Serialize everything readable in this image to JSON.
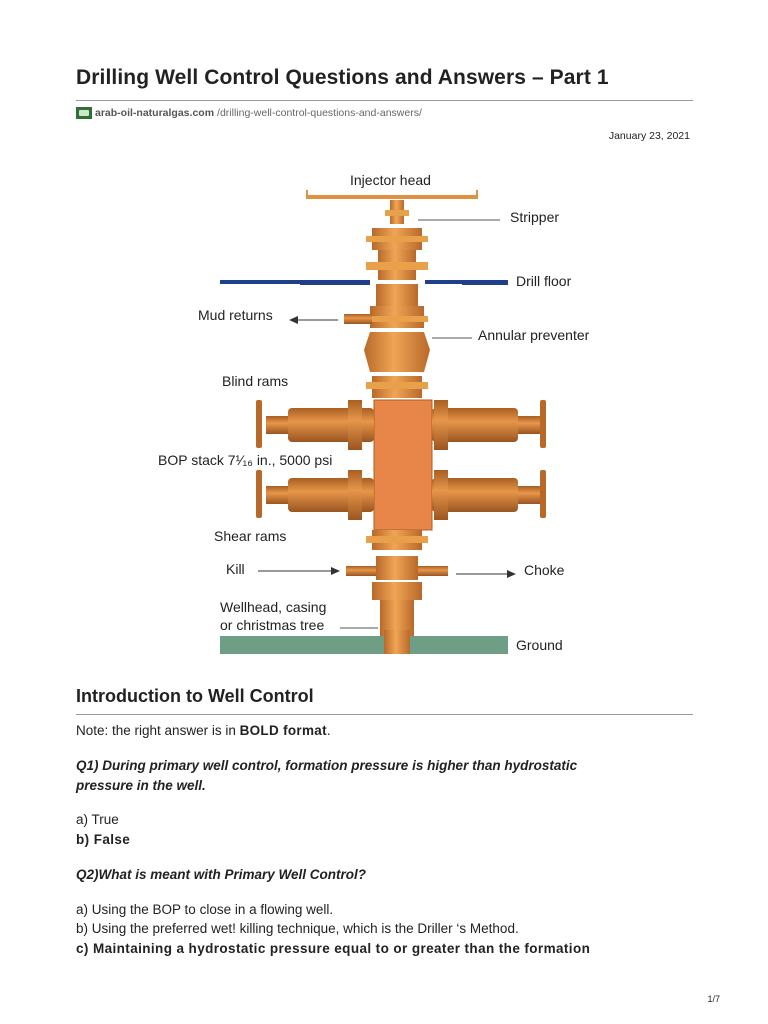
{
  "title": "Drilling Well Control Questions and Answers – Part 1",
  "source": {
    "domain": "arab-oil-naturalgas.com",
    "path": "/drilling-well-control-questions-and-answers/"
  },
  "date": "January 23, 2021",
  "figure_labels": {
    "injector_head": "Injector head",
    "stripper": "Stripper",
    "drill_floor": "Drill floor",
    "mud_returns": "Mud returns",
    "annular_preventer": "Annular preventer",
    "blind_rams": "Blind rams",
    "bop_stack": "BOP stack 7¹⁄₁₆ in., 5000 psi",
    "shear_rams": "Shear rams",
    "kill": "Kill",
    "choke": "Choke",
    "wellhead_line1": "Wellhead, casing",
    "wellhead_line2": "or christmas tree",
    "ground": "Ground"
  },
  "section_title": "Introduction to Well Control",
  "note": {
    "prefix": "Note: the right answer is in ",
    "bold": "BOLD format",
    "suffix": "."
  },
  "q1": {
    "question_line1": "Q1) During primary well control, formation pressure is higher than hydrostatic",
    "question_line2": "pressure in the well.",
    "a": "a) True",
    "b": "b) False"
  },
  "q2": {
    "question": "Q2)What is meant with Primary Well Control?",
    "a": "a) Using the BOP to close in a flowing well.",
    "b": "b) Using the preferred wet! killing technique, which is the Driller ‘s Method.",
    "c": "c) Maintaining a hydrostatic pressure equal to or greater than the formation"
  },
  "page_number": "1/7",
  "colors": {
    "pipe": "#d9893a",
    "pipe_dark": "#b8692a",
    "flange": "#e8a14a",
    "drill_floor": "#1e3f8a",
    "ground": "#6e9e86"
  }
}
